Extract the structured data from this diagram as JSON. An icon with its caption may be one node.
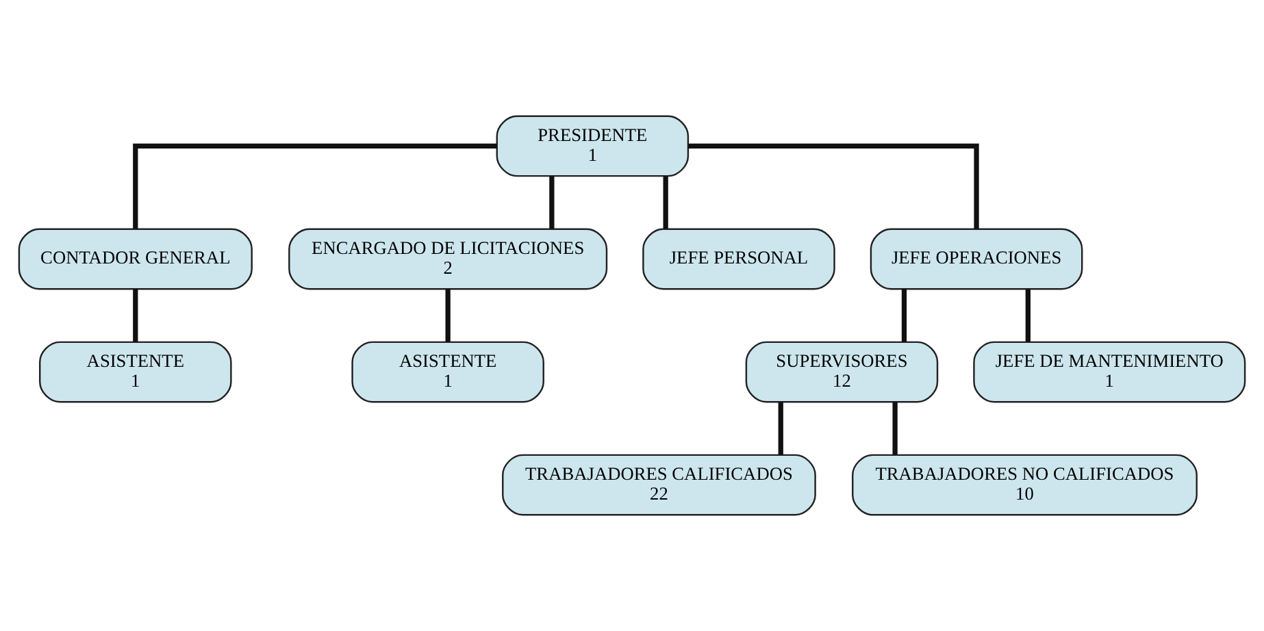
{
  "diagram": {
    "nodes": [
      {
        "text": [
          "PRESIDENTE",
          "1"
        ]
      },
      {
        "text": [
          "CONTADOR GENERAL"
        ]
      },
      {
        "text": [
          "ENCARGADO DE LICITACIONES",
          "2"
        ]
      },
      {
        "text": [
          "JEFE PERSONAL"
        ]
      },
      {
        "text": [
          "JEFE OPERACIONES"
        ]
      },
      {
        "text": [
          "ASISTENTE",
          "1"
        ]
      },
      {
        "text": [
          "ASISTENTE",
          "1"
        ]
      },
      {
        "text": [
          "SUPERVISORES",
          "12"
        ]
      },
      {
        "text": [
          "JEFE DE MANTENIMIENTO",
          "1"
        ]
      },
      {
        "text": [
          "TRABAJADORES CALIFICADOS",
          "22"
        ]
      },
      {
        "text": [
          "TRABAJADORES NO CALIFICADOS",
          "10"
        ]
      }
    ],
    "edges": [
      {
        "from": 0,
        "to": 1,
        "arrow": "none"
      },
      {
        "from": 0,
        "to": 2,
        "arrow": "none"
      },
      {
        "from": 0,
        "to": 3,
        "arrow": "none"
      },
      {
        "from": 0,
        "to": 4,
        "arrow": "none"
      },
      {
        "from": 1,
        "to": 5,
        "arrow": "none"
      },
      {
        "from": 2,
        "to": 6,
        "arrow": "none"
      },
      {
        "from": 4,
        "to": 7,
        "arrow": "none"
      },
      {
        "from": 4,
        "to": 8,
        "arrow": "none"
      },
      {
        "from": 7,
        "to": 9,
        "arrow": "none"
      },
      {
        "from": 7,
        "to": 10,
        "arrow": "none"
      }
    ]
  }
}
